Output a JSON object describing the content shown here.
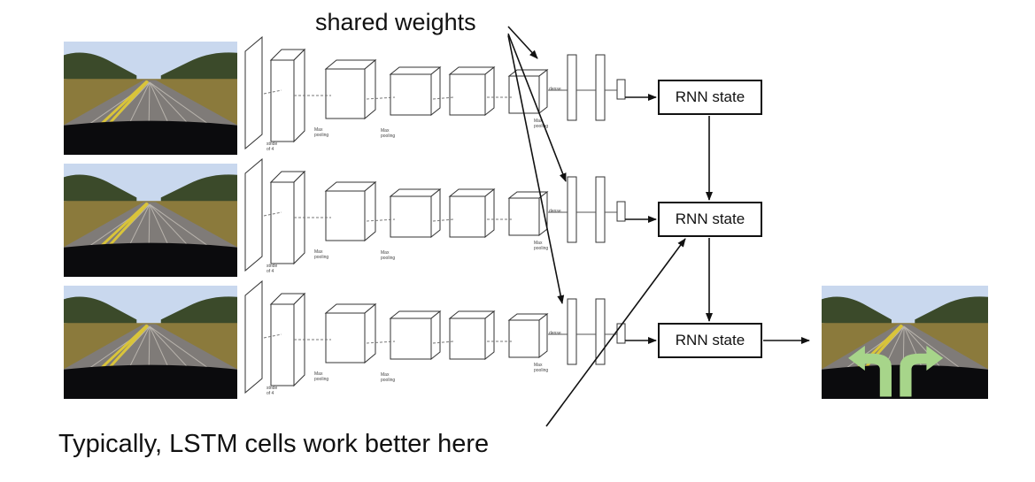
{
  "labels": {
    "shared_weights": "shared weights",
    "lstm_note": "Typically, LSTM cells work better here"
  },
  "rnn_boxes": [
    {
      "label": "RNN state"
    },
    {
      "label": "RNN state"
    },
    {
      "label": "RNN state"
    }
  ],
  "cnn_labels": {
    "stride": "stride\nof 4",
    "max_pooling": "Max\npooling",
    "dense": "dense"
  },
  "colors": {
    "line": "#111111",
    "road": "#7f7b78",
    "grass": "#8b7a3c",
    "sky": "#c9d8ee",
    "trees": "#3b4a2a",
    "dash": "#0b0b0d",
    "lane_yellow": "#d9c43a",
    "turn_arrow": "#a7d58a"
  }
}
